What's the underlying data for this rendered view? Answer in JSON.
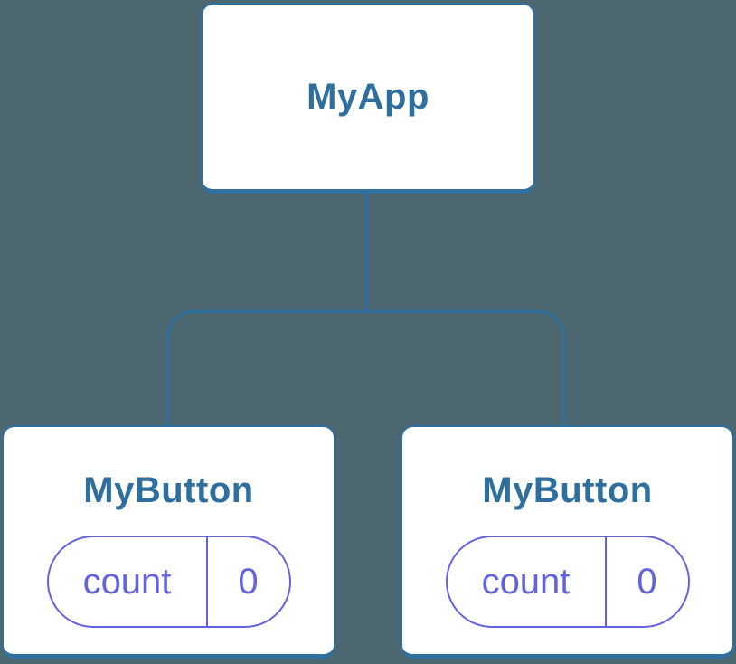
{
  "diagram": {
    "type": "component-tree",
    "colors": {
      "background": "#4d6770",
      "node_border_and_text": "#30709f",
      "node_fill": "#ffffff",
      "state_accent": "#6363e0"
    },
    "root": {
      "label": "MyApp"
    },
    "children": [
      {
        "label": "MyButton",
        "state": {
          "key": "count",
          "value": "0"
        }
      },
      {
        "label": "MyButton",
        "state": {
          "key": "count",
          "value": "0"
        }
      }
    ]
  }
}
